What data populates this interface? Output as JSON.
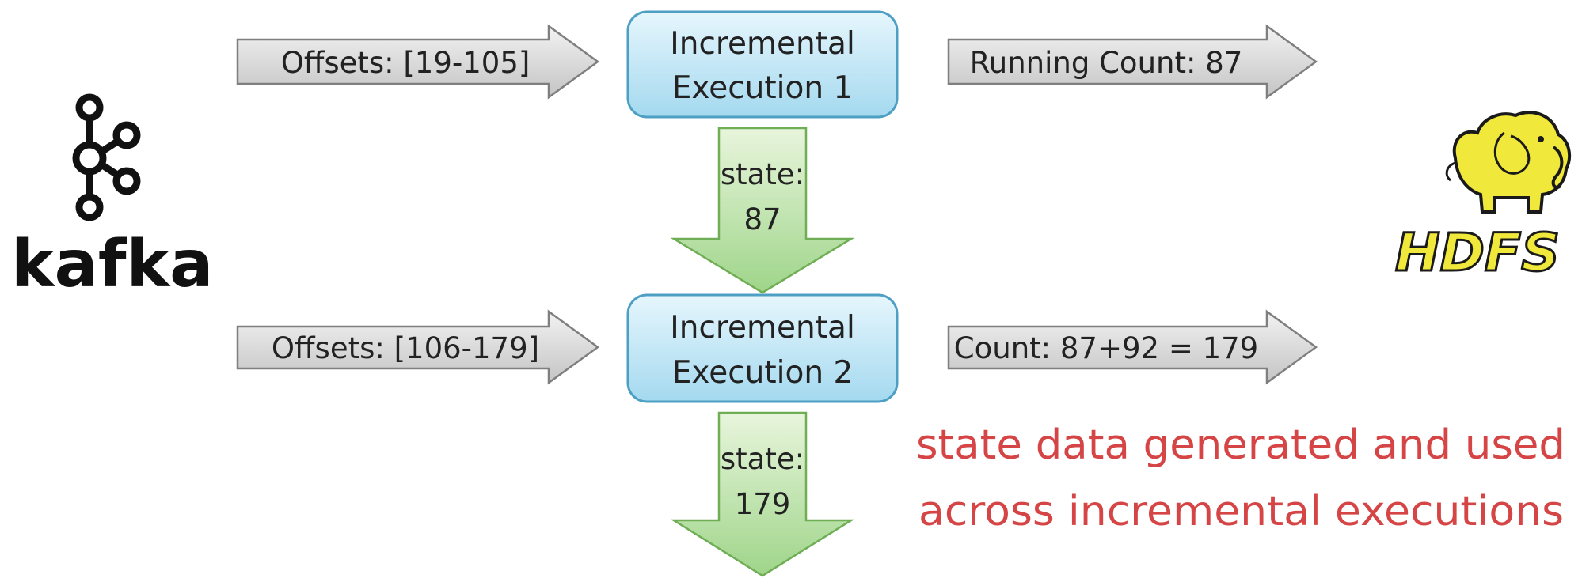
{
  "left_logo": {
    "icon": "kafka-logo-icon",
    "text": "kafka"
  },
  "right_logo": {
    "icon": "hadoop-elephant-icon",
    "text": "HDFS"
  },
  "executions": [
    {
      "input_label": "Offsets: [19-105]",
      "box_line1": "Incremental",
      "box_line2": "Execution 1",
      "output_label": "Running Count: 87",
      "state_line1": "state:",
      "state_line2": "87"
    },
    {
      "input_label": "Offsets: [106-179]",
      "box_line1": "Incremental",
      "box_line2": "Execution 2",
      "output_label": "Count: 87+92 = 179",
      "state_line1": "state:",
      "state_line2": "179"
    }
  ],
  "note": {
    "line1": "state data generated and used",
    "line2": "across incremental executions"
  },
  "colors": {
    "box_fill_top": "#e6f6fd",
    "box_fill_bottom": "#a4d9ef",
    "box_stroke": "#4d9fc4",
    "gray_arrow_top": "#f2f2f2",
    "gray_arrow_bottom": "#c4c4c4",
    "gray_arrow_stroke": "#7f7f7f",
    "green_arrow_top": "#e8f5dc",
    "green_arrow_bottom": "#9fd58a",
    "green_arrow_stroke": "#6fae55",
    "note": "#d64545",
    "hdfs_yellow": "#f0e83a"
  }
}
